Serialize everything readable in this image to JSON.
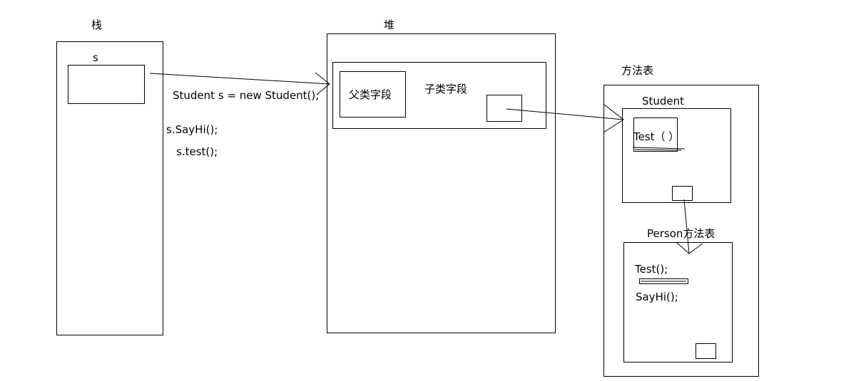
{
  "stack": {
    "title": "栈",
    "var_label": "s"
  },
  "heap": {
    "title": "堆",
    "parent_fields": "父类字段",
    "child_fields": "子类字段"
  },
  "code": {
    "new_stmt": "Student s = new Student();",
    "sayhi_call": "s.SayHi();",
    "test_call": "s.test();"
  },
  "method_table": {
    "title": "方法表",
    "student": {
      "title": "Student",
      "method": "Test（ ）"
    },
    "person": {
      "title": "Person方法表",
      "method1": "Test();",
      "method2": "SayHi();"
    }
  }
}
